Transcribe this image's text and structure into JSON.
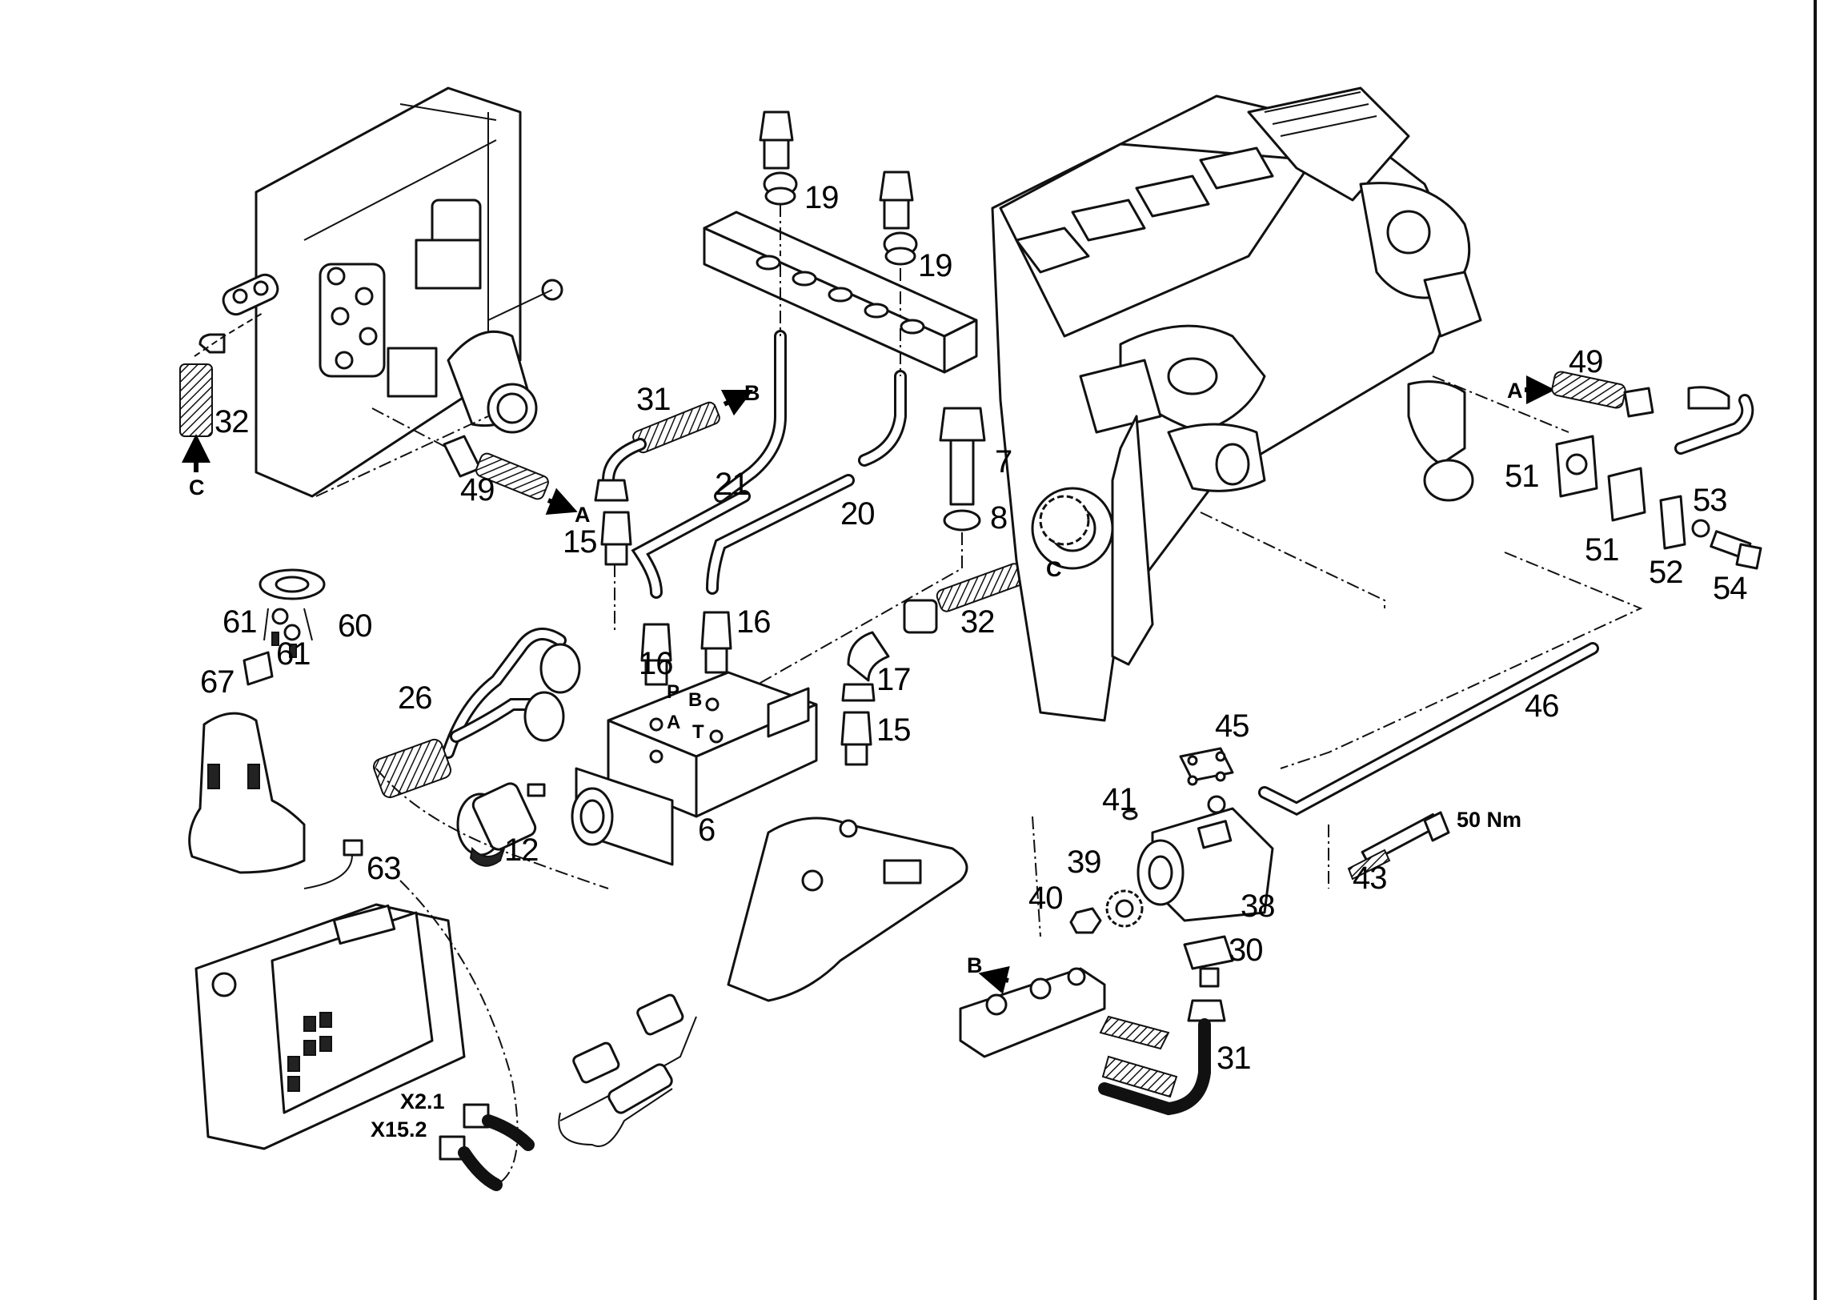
{
  "callouts": {
    "c6": "6",
    "c7": "7",
    "c8": "8",
    "c12": "12",
    "c15a": "15",
    "c15b": "15",
    "c16a": "16",
    "c16b": "16",
    "c17": "17",
    "c19a": "19",
    "c19b": "19",
    "c20": "20",
    "c21": "21",
    "c26": "26",
    "c30": "30",
    "c31a": "31",
    "c31b": "31",
    "c32a": "32",
    "c32b": "32",
    "c38": "38",
    "c39": "39",
    "c40": "40",
    "c41": "41",
    "c43": "43",
    "c45": "45",
    "c46": "46",
    "c49a": "49",
    "c49b": "49",
    "c51a": "51",
    "c51b": "51",
    "c52": "52",
    "c53": "53",
    "c54": "54",
    "c60": "60",
    "c61a": "61",
    "c61b": "61",
    "c63": "63",
    "c67": "67"
  },
  "flow_markers": {
    "a1": "A",
    "a2": "A",
    "b1": "B",
    "b2": "B",
    "c1": "C",
    "c2": "C"
  },
  "valve_ports": {
    "p": "P",
    "a": "A",
    "b": "B",
    "t": "T"
  },
  "connectors": {
    "x21": "X2.1",
    "x152": "X15.2"
  },
  "torque": "50 Nm",
  "icons": [
    "flow-arrow-icon",
    "hex-bolt-icon",
    "banjo-fitting-icon",
    "gear-icon"
  ]
}
